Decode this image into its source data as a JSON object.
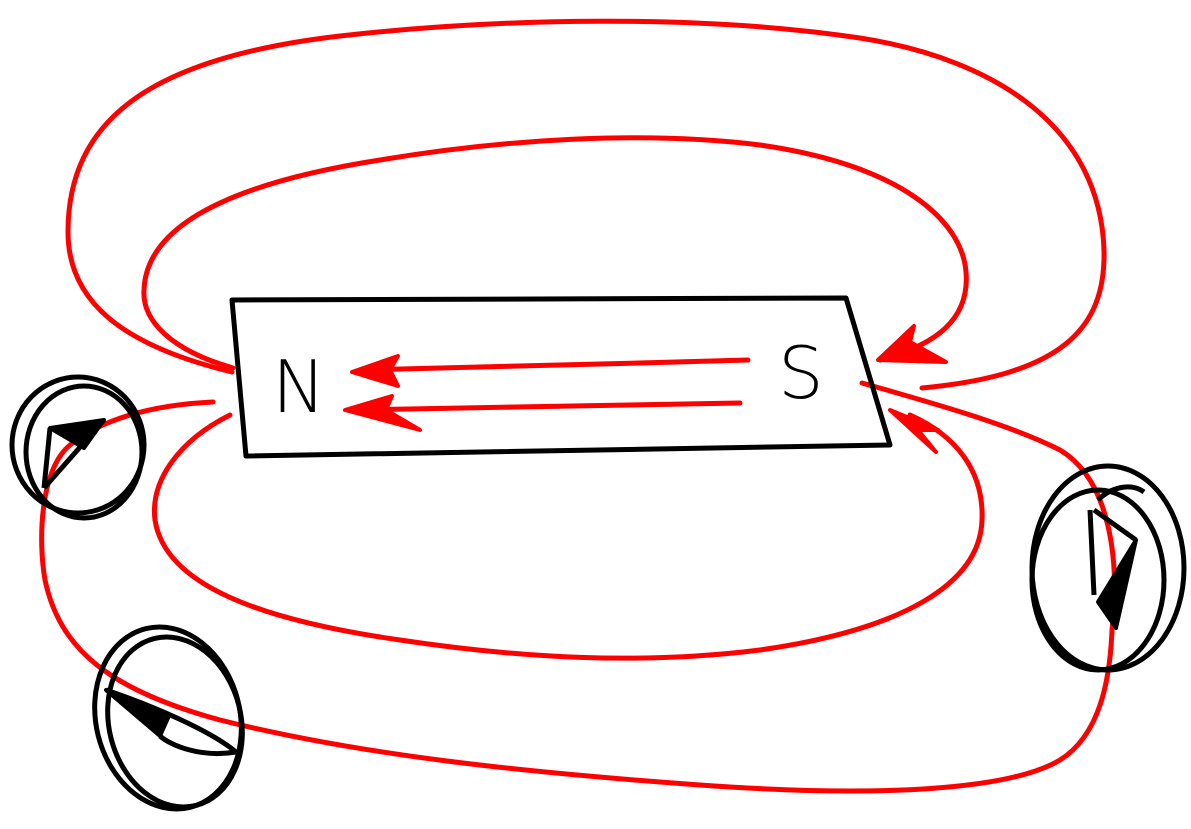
{
  "magnet": {
    "north_label": "N",
    "south_label": "S"
  },
  "colors": {
    "field_line": "#ff0000",
    "magnet_outline": "#000000",
    "compass": "#000000",
    "background": "#ffffff"
  },
  "compasses": [
    {
      "name": "compass-left-upper",
      "needle_points_to": "N"
    },
    {
      "name": "compass-left-lower",
      "needle_points_to": "N"
    },
    {
      "name": "compass-right",
      "needle_points_to": "S"
    }
  ]
}
